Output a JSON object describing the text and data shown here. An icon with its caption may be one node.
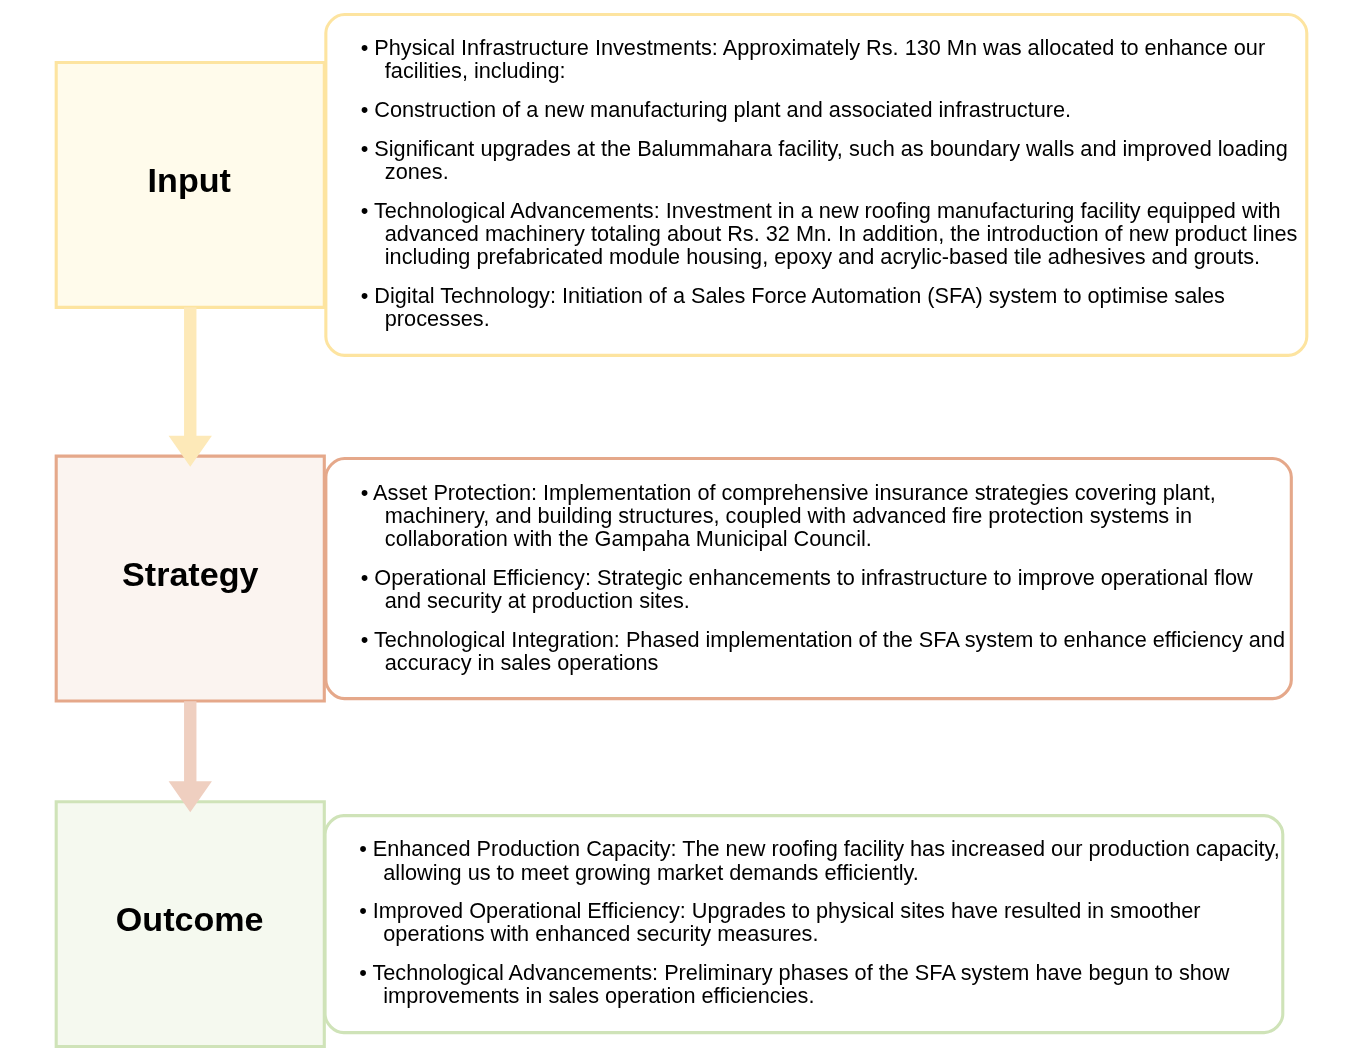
{
  "diagram": {
    "nodes": [
      {
        "text": [
          "Input"
        ]
      },
      {
        "text": [
          "• Physical Infrastructure Investments: Approximately Rs. 130 Mn was allocated to enhance our facilities, including:",
          "• Construction of a new manufacturing plant and associated infrastructure.",
          "• Significant upgrades at the Balummahara facility, such as boundary walls and improved loading zones.",
          "• Technological Advancements: Investment in a new roofing manufacturing facility equipped with advanced machinery totaling about Rs. 32 Mn. In addition, the introduction of new product lines including prefabricated module housing, epoxy and acrylic-based tile adhesives and grouts.",
          "• Digital Technology: Initiation of a Sales Force Automation (SFA) system to optimise sales processes."
        ]
      },
      {
        "text": [
          "Strategy"
        ]
      },
      {
        "text": [
          "• Asset Protection: Implementation of comprehensive insurance strategies covering plant, machinery, and building structures, coupled with advanced fire protection systems in collaboration with the Gampaha Municipal Council.",
          "• Operational Efficiency: Strategic enhancements to infrastructure to improve operational flow and security at production sites.",
          "• Technological Integration: Phased implementation of the SFA system to enhance efficiency and accuracy in sales operations"
        ]
      },
      {
        "text": [
          "Outcome"
        ]
      },
      {
        "text": [
          "• Enhanced Production Capacity: The new roofing facility has increased our production capacity, allowing us to meet growing market demands efficiently.",
          "• Improved Operational Efficiency: Upgrades to physical sites have resulted in smoother operations with enhanced security measures.",
          "• Technological Advancements: Preliminary phases of the SFA system have begun to show improvements in sales operation efficiencies."
        ]
      }
    ],
    "edges": [
      {
        "from": 0,
        "to": 2,
        "arrow": "to",
        "color": "#fde9b8"
      },
      {
        "from": 2,
        "to": 4,
        "arrow": "to",
        "color": "#efcfc0"
      }
    ]
  }
}
